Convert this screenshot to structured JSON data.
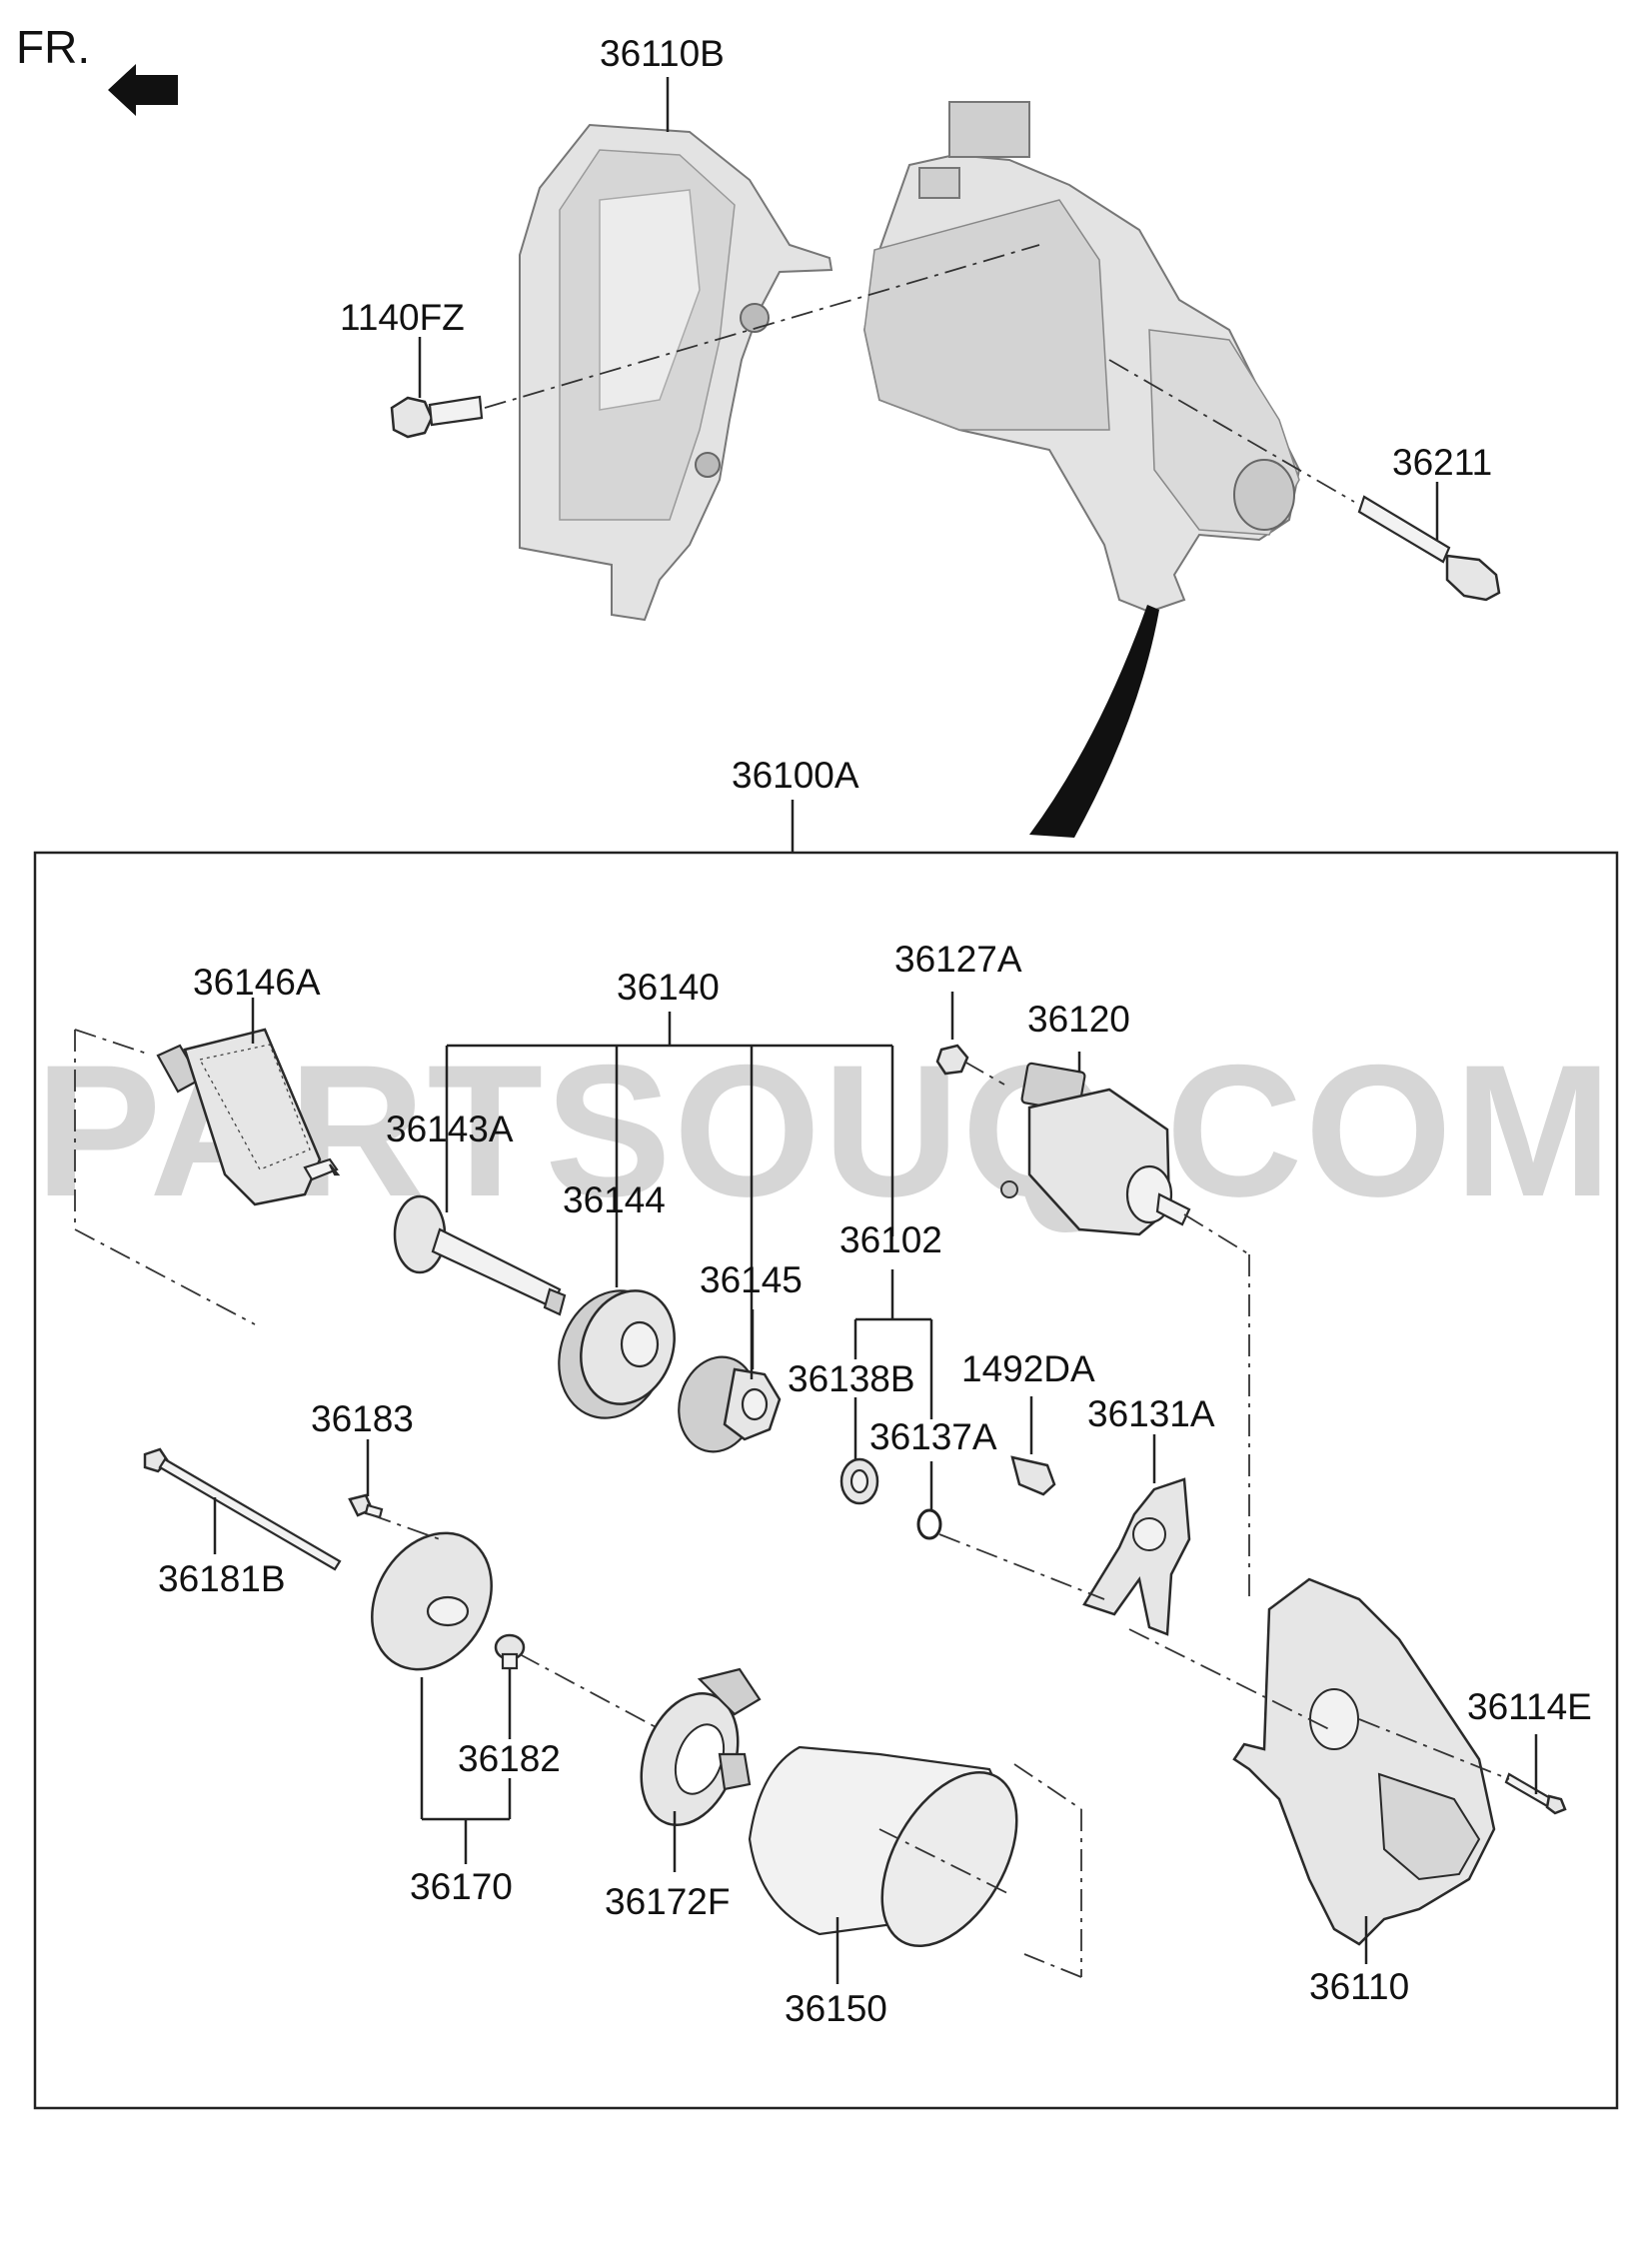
{
  "orientation": {
    "text": "FR.",
    "arrow_icon": "front-direction-arrow-icon"
  },
  "watermark": "PARTSOUQ.COM",
  "assembly_label": "36100A",
  "labels": {
    "p36110B": "36110B",
    "p1140FZ": "1140FZ",
    "p36211": "36211",
    "p36146A": "36146A",
    "p36140": "36140",
    "p36127A": "36127A",
    "p36120": "36120",
    "p36143A": "36143A",
    "p36144": "36144",
    "p36102": "36102",
    "p36145": "36145",
    "p36138B": "36138B",
    "p1492DA": "1492DA",
    "p36137A": "36137A",
    "p36131A": "36131A",
    "p36183": "36183",
    "p36181B": "36181B",
    "p36182": "36182",
    "p36114E": "36114E",
    "p36170": "36170",
    "p36172F": "36172F",
    "p36150": "36150",
    "p36110": "36110"
  },
  "colors": {
    "line": "#222222",
    "part_fill": "#e6e6e6",
    "watermark": "#c9c9c9"
  }
}
